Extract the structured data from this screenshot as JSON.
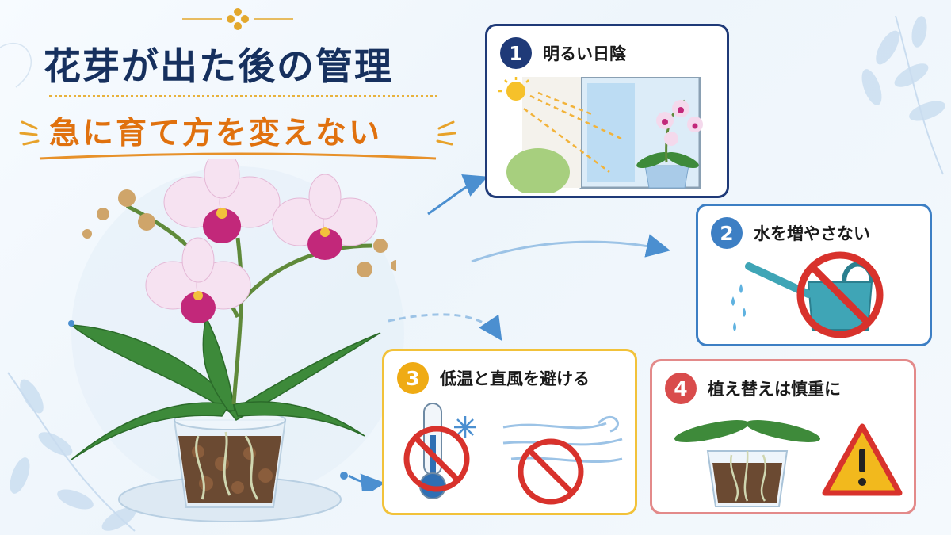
{
  "title": {
    "main": "花芽が出た後の管理",
    "sub": "急に育て方を変えない"
  },
  "tips": [
    {
      "number": "1",
      "label": "明るい日陰",
      "color": "#1f3a78",
      "border": "#1f3a78"
    },
    {
      "number": "2",
      "label": "水を増やさない",
      "color": "#3d7fc4",
      "border": "#3d7fc4"
    },
    {
      "number": "3",
      "label": "低温と直風を避ける",
      "color": "#efab14",
      "border": "#f2c23a"
    },
    {
      "number": "4",
      "label": "植え替えは慎重に",
      "color": "#d94c4c",
      "border": "#e38a8a"
    }
  ],
  "colors": {
    "title": "#16305e",
    "subtitle": "#e0710e",
    "prohibit": "#d8322c",
    "warning": "#f2b91d"
  },
  "icons": [
    "flower-ornament-icon",
    "sun-icon",
    "watering-can-icon",
    "thermometer-icon",
    "snowflake-icon",
    "wind-icon",
    "prohibit-icon",
    "warning-icon"
  ]
}
